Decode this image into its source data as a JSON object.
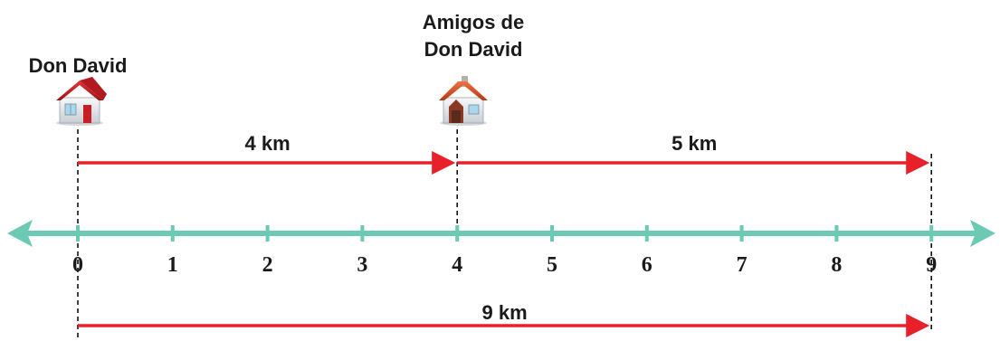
{
  "places": [
    {
      "id": "home",
      "label": "Don David",
      "position": 0
    },
    {
      "id": "friends",
      "label_lines": [
        "Amigos de",
        "Don David"
      ],
      "position": 4
    }
  ],
  "number_line": {
    "ticks": [
      "0",
      "1",
      "2",
      "3",
      "4",
      "5",
      "6",
      "7",
      "8",
      "9"
    ],
    "start": 0,
    "end": 9,
    "color": "#6cc9b4"
  },
  "segments": [
    {
      "from": 0,
      "to": 4,
      "label": "4 km"
    },
    {
      "from": 4,
      "to": 9,
      "label": "5 km"
    },
    {
      "from": 0,
      "to": 9,
      "label": "9 km"
    }
  ],
  "colors": {
    "arrow": "#e8202a",
    "roof_home": "#c81e24",
    "roof_friends": "#d9502a",
    "wall": "#eceff2"
  },
  "icons": [
    "house-icon",
    "house-icon"
  ]
}
